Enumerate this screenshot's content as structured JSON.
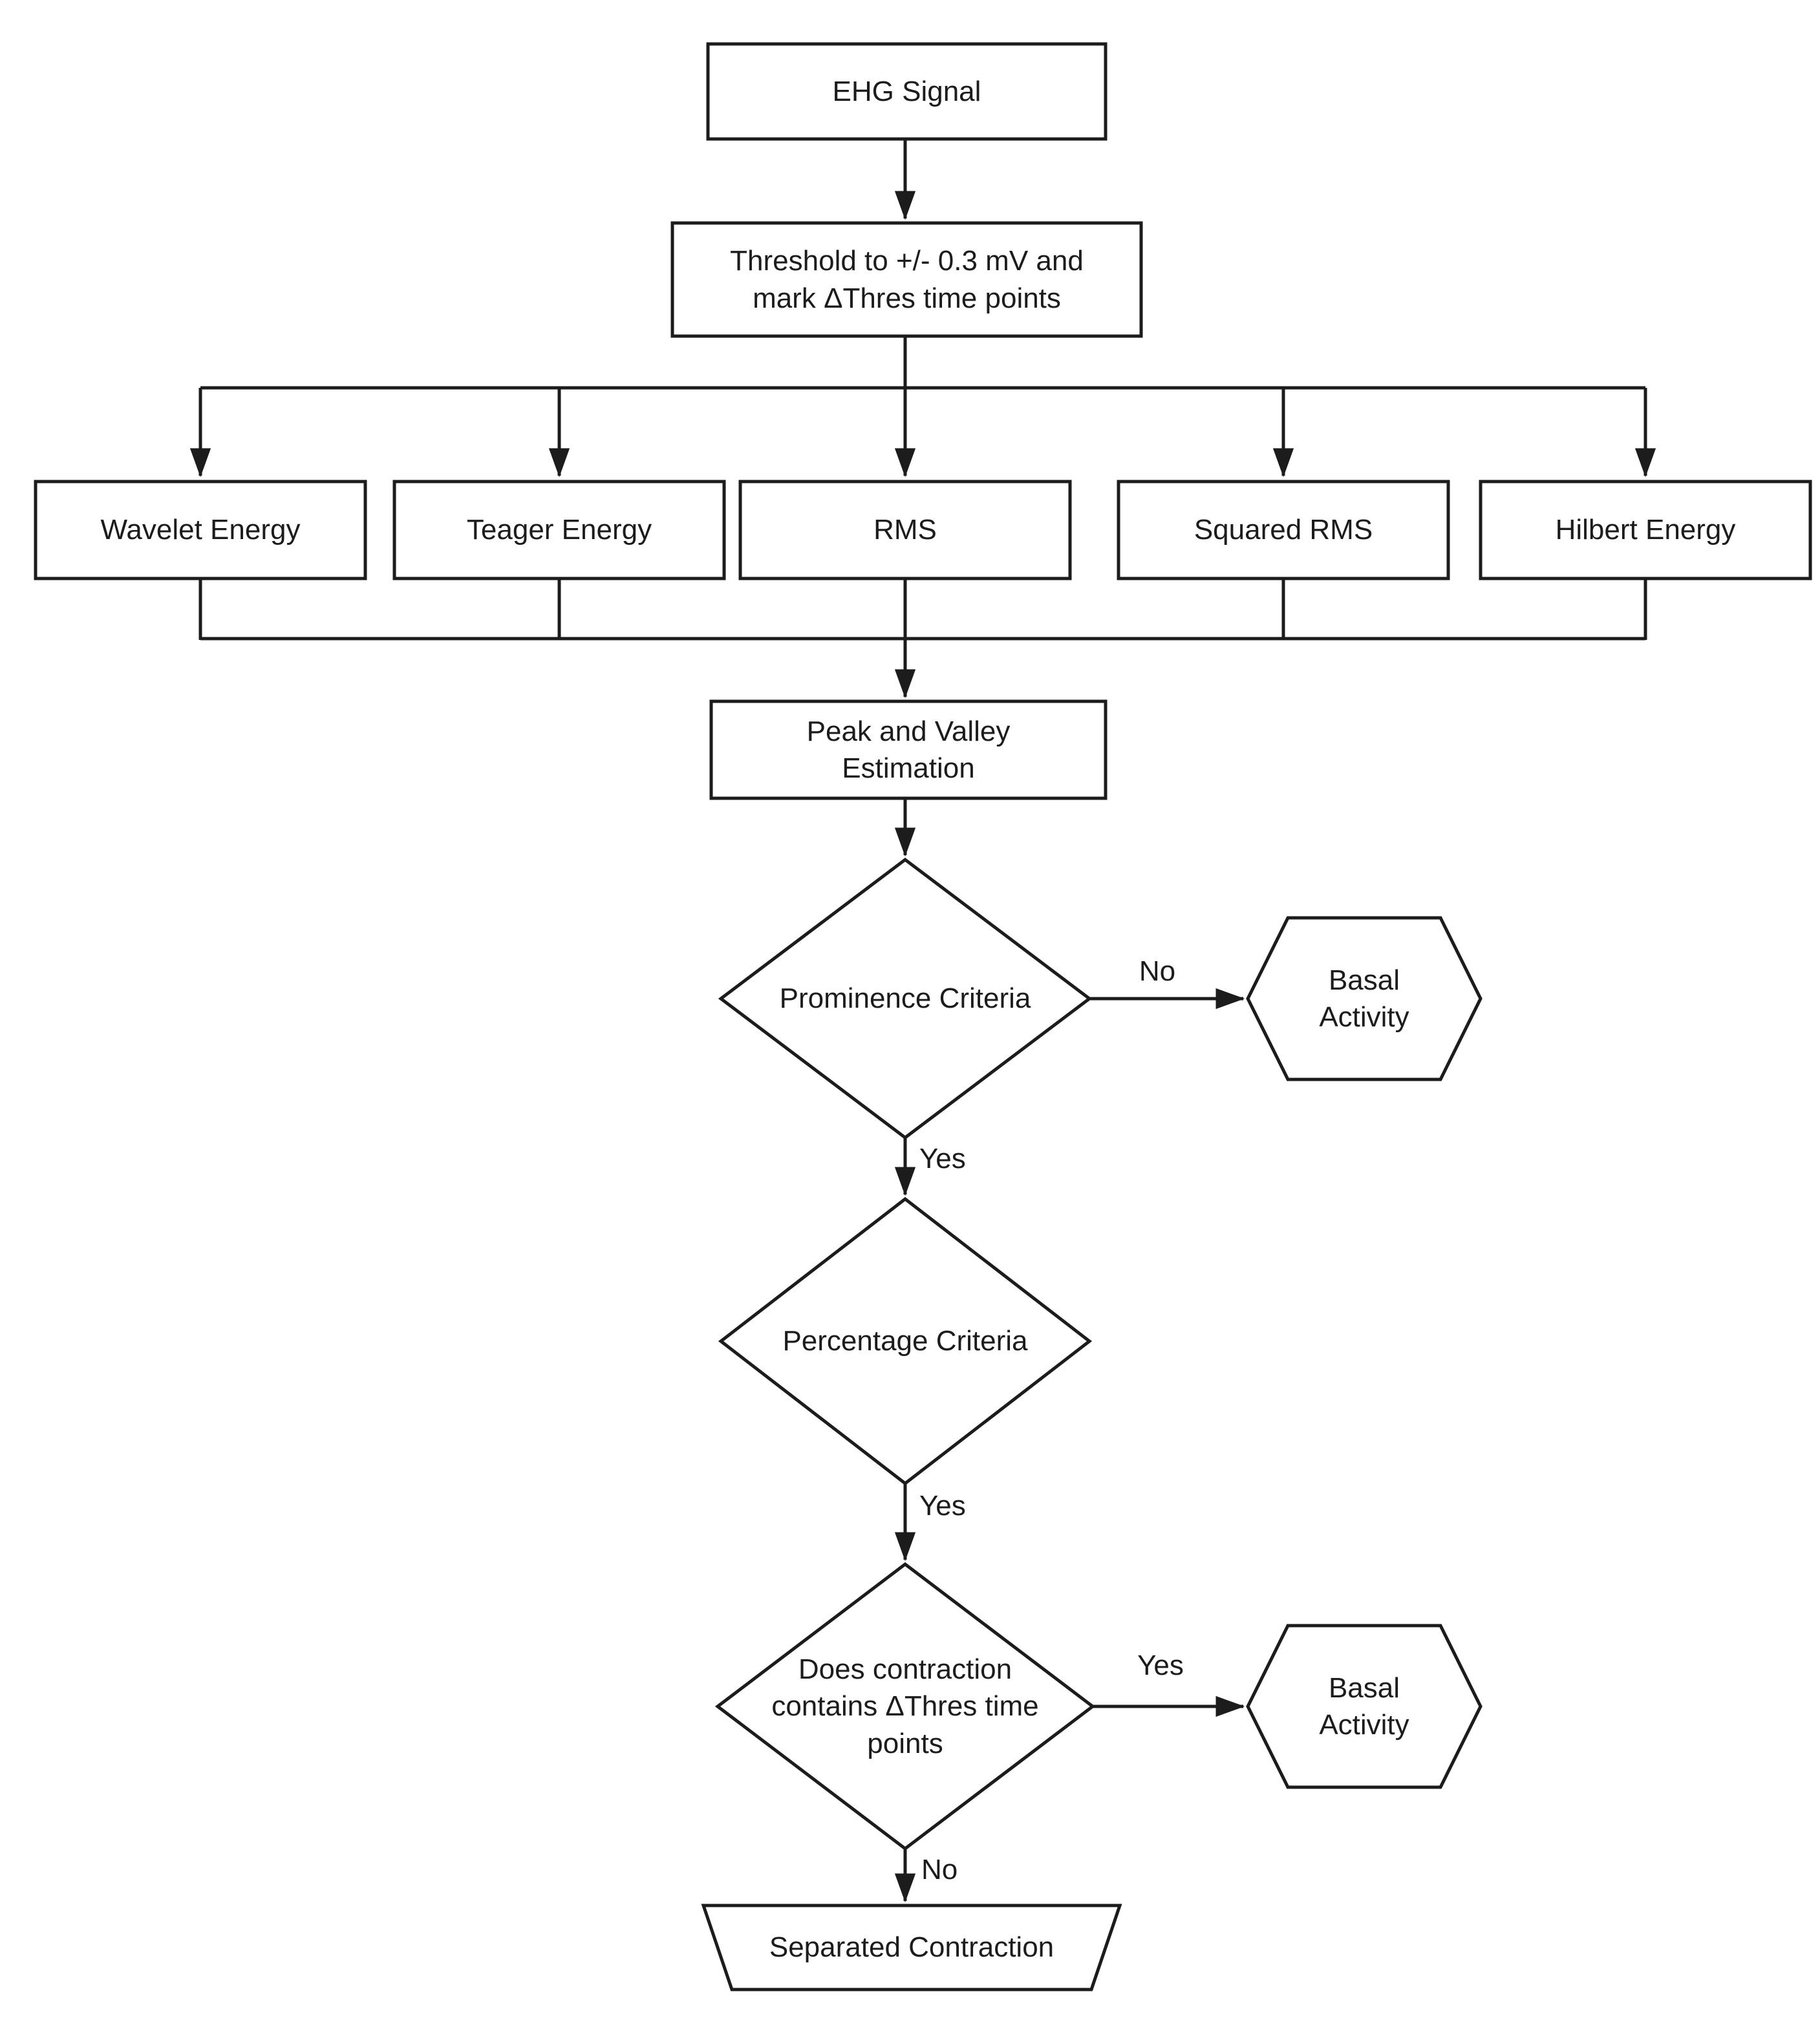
{
  "diagram": {
    "description": "EHG signal contraction detection flowchart",
    "colors": {
      "stroke": "#1c1c1c",
      "shape_fill": "#ffffff",
      "background": "#ffffff",
      "text": "#1c1c1c"
    },
    "nodes": {
      "ehg_signal": {
        "shape": "rectangle",
        "label": "EHG Signal"
      },
      "threshold": {
        "shape": "rectangle",
        "label": "Threshold to +/- 0.3 mV and\nmark ΔThres time points"
      },
      "wavelet_energy": {
        "shape": "rectangle",
        "label": "Wavelet Energy"
      },
      "teager_energy": {
        "shape": "rectangle",
        "label": "Teager Energy"
      },
      "rms": {
        "shape": "rectangle",
        "label": "RMS"
      },
      "squared_rms": {
        "shape": "rectangle",
        "label": "Squared RMS"
      },
      "hilbert_energy": {
        "shape": "rectangle",
        "label": "Hilbert Energy"
      },
      "peak_valley": {
        "shape": "rectangle",
        "label": "Peak and Valley\nEstimation"
      },
      "prominence_criteria": {
        "shape": "diamond",
        "label": "Prominence Criteria"
      },
      "basal_activity_1": {
        "shape": "hexagon",
        "label": "Basal\nActivity"
      },
      "percentage_criteria": {
        "shape": "diamond",
        "label": "Percentage Criteria"
      },
      "contraction_check": {
        "shape": "diamond",
        "label": "Does contraction\ncontains ΔThres time\npoints"
      },
      "basal_activity_2": {
        "shape": "hexagon",
        "label": "Basal\nActivity"
      },
      "separated_contraction": {
        "shape": "trapezoid",
        "label": "Separated Contraction"
      }
    },
    "edge_labels": {
      "prominence_no": "No",
      "prominence_yes": "Yes",
      "percentage_yes": "Yes",
      "contraction_yes": "Yes",
      "contraction_no": "No"
    }
  }
}
